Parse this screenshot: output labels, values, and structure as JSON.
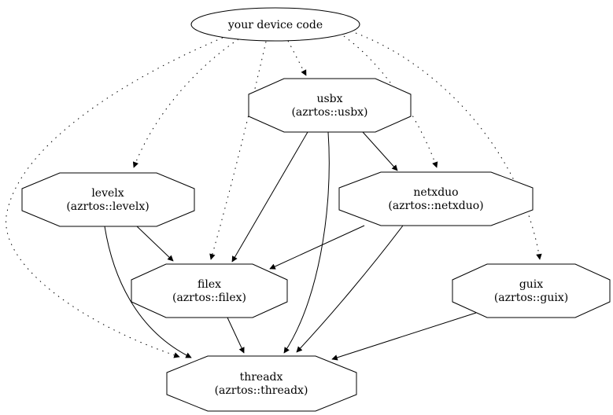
{
  "diagram": {
    "type": "dependency-graph",
    "root": {
      "label": "your device code",
      "shape": "ellipse"
    },
    "nodes": [
      {
        "id": "usbx",
        "name": "usbx",
        "package": "(azrtos::usbx)",
        "shape": "octagon"
      },
      {
        "id": "levelx",
        "name": "levelx",
        "package": "(azrtos::levelx)",
        "shape": "octagon"
      },
      {
        "id": "netxduo",
        "name": "netxduo",
        "package": "(azrtos::netxduo)",
        "shape": "octagon"
      },
      {
        "id": "filex",
        "name": "filex",
        "package": "(azrtos::filex)",
        "shape": "octagon"
      },
      {
        "id": "guix",
        "name": "guix",
        "package": "(azrtos::guix)",
        "shape": "octagon"
      },
      {
        "id": "threadx",
        "name": "threadx",
        "package": "(azrtos::threadx)",
        "shape": "octagon"
      }
    ],
    "edges": [
      {
        "from": "your device code",
        "to": "usbx",
        "style": "dotted"
      },
      {
        "from": "your device code",
        "to": "levelx",
        "style": "dotted"
      },
      {
        "from": "your device code",
        "to": "netxduo",
        "style": "dotted"
      },
      {
        "from": "your device code",
        "to": "filex",
        "style": "dotted"
      },
      {
        "from": "your device code",
        "to": "guix",
        "style": "dotted"
      },
      {
        "from": "your device code",
        "to": "threadx",
        "style": "dotted"
      },
      {
        "from": "usbx",
        "to": "netxduo",
        "style": "solid"
      },
      {
        "from": "usbx",
        "to": "filex",
        "style": "solid"
      },
      {
        "from": "usbx",
        "to": "threadx",
        "style": "solid"
      },
      {
        "from": "levelx",
        "to": "filex",
        "style": "solid"
      },
      {
        "from": "levelx",
        "to": "threadx",
        "style": "solid"
      },
      {
        "from": "netxduo",
        "to": "filex",
        "style": "solid"
      },
      {
        "from": "netxduo",
        "to": "threadx",
        "style": "solid"
      },
      {
        "from": "filex",
        "to": "threadx",
        "style": "solid"
      },
      {
        "from": "guix",
        "to": "threadx",
        "style": "solid"
      }
    ],
    "colors": {
      "stroke": "#000000",
      "background": "#ffffff",
      "node_fill": "#ffffff"
    }
  }
}
